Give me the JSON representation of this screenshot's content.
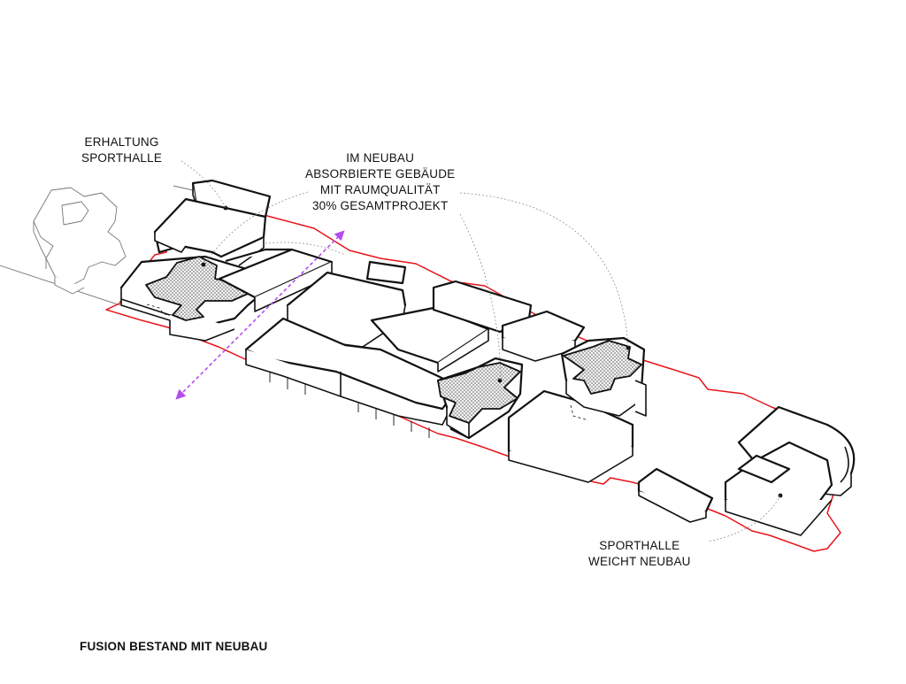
{
  "annotations": {
    "erhaltung": {
      "lines": [
        "ERHALTUNG",
        "SPORTHALLE"
      ]
    },
    "neubau": {
      "lines": [
        "IM NEUBAU",
        "ABSORBIERTE GEBÄUDE",
        "MIT RAUMQUALITÄT",
        "30% GESAMTPROJEKT"
      ]
    },
    "sporthalle": {
      "lines": [
        "SPORTHALLE",
        "WEICHT NEUBAU"
      ]
    }
  },
  "caption": "FUSION BESTAND MIT NEUBAU",
  "colors": {
    "site_boundary": "#e8141b",
    "axis_arrow": "#b44cf0",
    "lines": "#111111",
    "leader": "#8a8a8a"
  }
}
